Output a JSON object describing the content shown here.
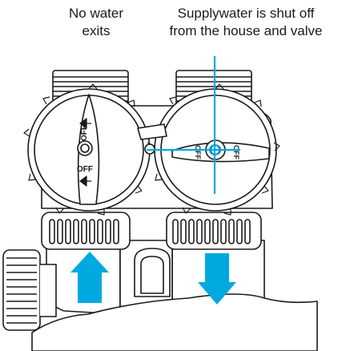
{
  "captions": {
    "left_line1": "No water",
    "left_line2": "exits",
    "right_line1": "Supplywater is shut off",
    "right_line2": "from the house and valve"
  },
  "valves": {
    "left_knob": {
      "label_top": "OFF",
      "label_bottom": "OFF"
    },
    "right_knob": {
      "label_left": "OFF",
      "label_right": "OFF"
    }
  },
  "colors": {
    "flow_arrow": "#00a9e0",
    "outline": "#1a1a1a",
    "body_fill": "#ffffff"
  },
  "icons": [
    "up-arrow-icon",
    "down-arrow-icon",
    "crosshair-icon"
  ]
}
